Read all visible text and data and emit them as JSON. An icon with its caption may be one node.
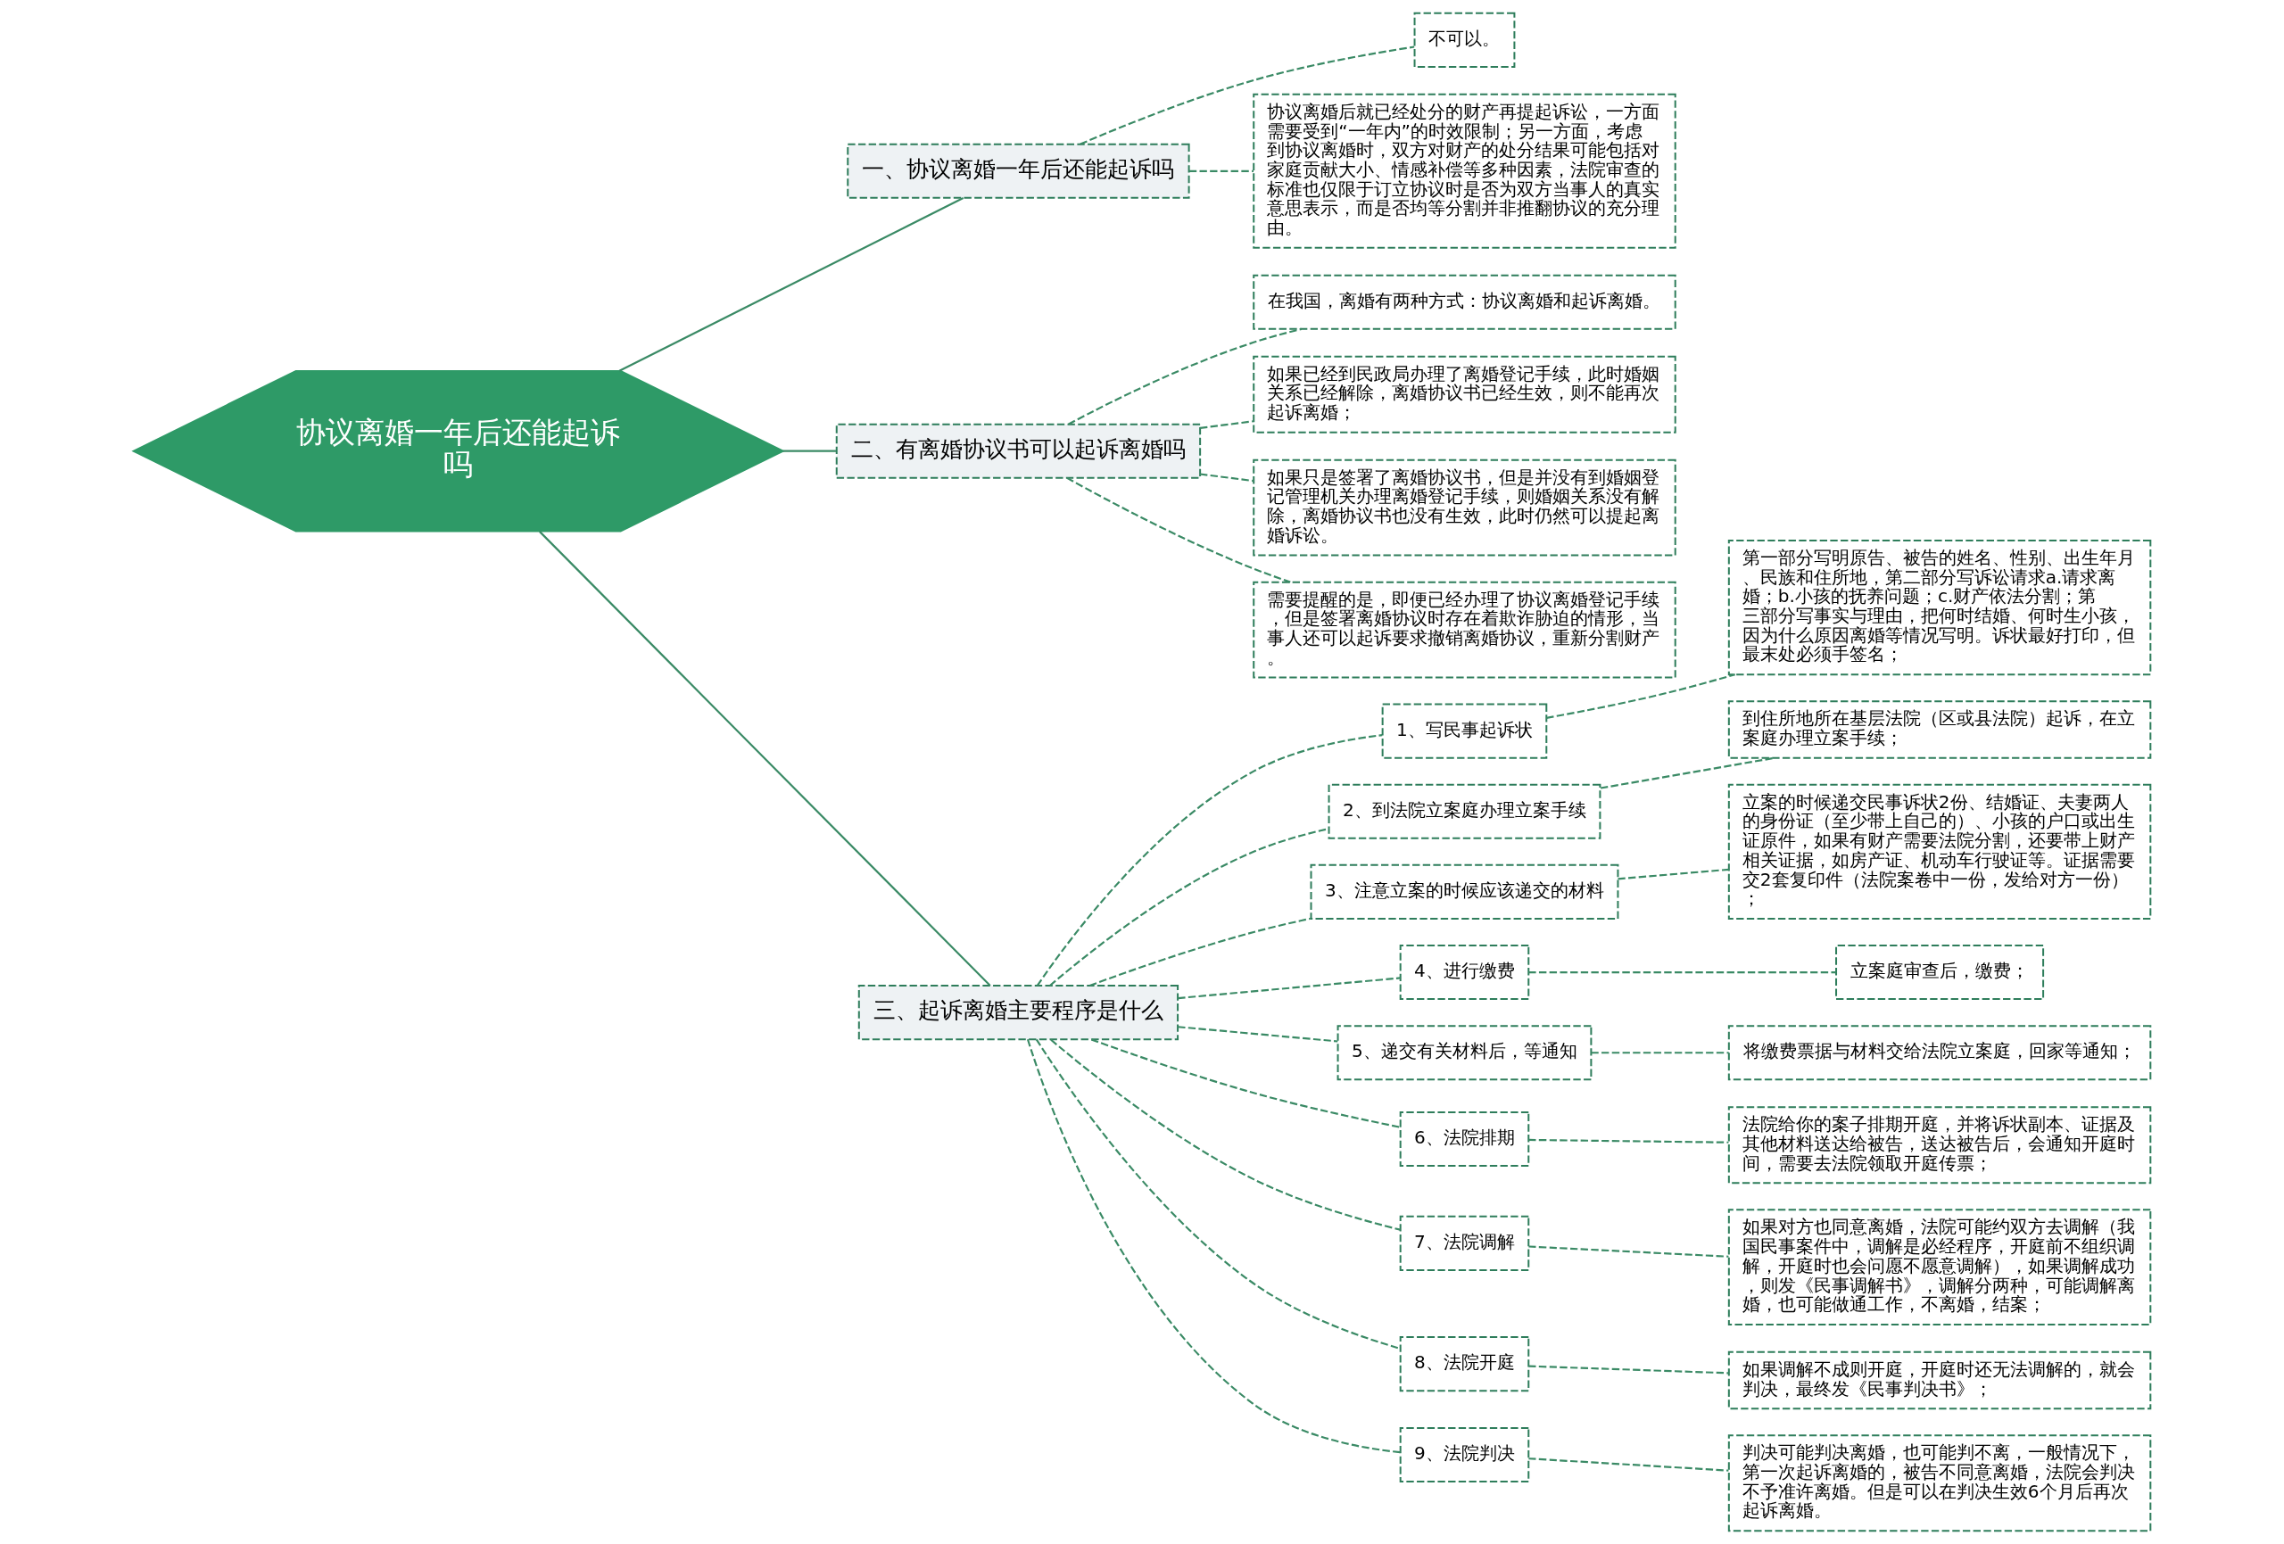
{
  "diagram": {
    "nodes": [
      {
        "text": [
          "协议离婚一年后还能起诉吗"
        ]
      },
      {
        "text": [
          "一、协议离婚一年后还能起诉吗"
        ]
      },
      {
        "text": [
          "不可以。"
        ]
      },
      {
        "text": [
          "协议离婚后就已经处分的财产再提起诉讼，一方面需要受到“一年内”的时效限制；另一方面，考虑到协议离婚时，双方对财产的处分结果可能包括对家庭贡献大小、情感补偿等多种因素，法院审查的标准也仅限于订立协议时是否为双方当事人的真实意思表示，而是否均等分割并非推翻协议的充分理由。"
        ]
      },
      {
        "text": [
          "二、有离婚协议书可以起诉离婚吗"
        ]
      },
      {
        "text": [
          "在我国，离婚有两种方式：协议离婚和起诉离婚。"
        ]
      },
      {
        "text": [
          "如果已经到民政局办理了离婚登记手续，此时婚姻关系已经解除，离婚协议书已经生效，则不能再次起诉离婚；"
        ]
      },
      {
        "text": [
          "如果只是签署了离婚协议书，但是并没有到婚姻登记管理机关办理离婚登记手续，则婚姻关系没有解除，离婚协议书也没有生效，此时仍然可以提起离婚诉讼。"
        ]
      },
      {
        "text": [
          "需要提醒的是，即便已经办理了协议离婚登记手续，但是签署离婚协议时存在着欺诈胁迫的情形，当事人还可以起诉要求撤销离婚协议，重新分割财产。"
        ]
      },
      {
        "text": [
          "三、起诉离婚主要程序是什么"
        ]
      },
      {
        "text": [
          "1、写民事起诉状"
        ]
      },
      {
        "text": [
          "第一部分写明原告、被告的姓名、性别、出生年月、民族和住所地，第二部分写诉讼请求a.请求离婚；b.小孩的抚养问题；c.财产依法分割；第三部分写事实与理由，把何时结婚、何时生小孩，因为什么原因离婚等情况写明。诉状最好打印，但最末处必须手签名；"
        ]
      },
      {
        "text": [
          "2、到法院立案庭办理立案手续"
        ]
      },
      {
        "text": [
          "到住所地所在基层法院（区或县法院）起诉，在立案庭办理立案手续；"
        ]
      },
      {
        "text": [
          "3、注意立案的时候应该递交的材料"
        ]
      },
      {
        "text": [
          "立案的时候递交民事诉状2份、结婚证、夫妻两人的身份证（至少带上自己的）、小孩的户口或出生证原件，如果有财产需要法院分割，还要带上财产相关证据，如房产证、机动车行驶证等。证据需要交2套复印件（法院案卷中一份，发给对方一份）；"
        ]
      },
      {
        "text": [
          "4、进行缴费"
        ]
      },
      {
        "text": [
          "立案庭审查后，缴费；"
        ]
      },
      {
        "text": [
          "5、递交有关材料后，等通知"
        ]
      },
      {
        "text": [
          "将缴费票据与材料交给法院立案庭，回家等通知；"
        ]
      },
      {
        "text": [
          "6、法院排期"
        ]
      },
      {
        "text": [
          "法院给你的案子排期开庭，并将诉状副本、证据及其他材料送达给被告，送达被告后，会通知开庭时间，需要去法院领取开庭传票；"
        ]
      },
      {
        "text": [
          "7、法院调解"
        ]
      },
      {
        "text": [
          "如果对方也同意离婚，法院可能约双方去调解（我国民事案件中，调解是必经程序，开庭前不组织调解，开庭时也会问愿不愿意调解），如果调解成功，则发《民事调解书》，调解分两种，可能调解离婚，也可能做通工作，不离婚，结案；"
        ]
      },
      {
        "text": [
          "8、法院开庭"
        ]
      },
      {
        "text": [
          "如果调解不成则开庭，开庭时还无法调解的，就会判决，最终发《民事判决书》；"
        ]
      },
      {
        "text": [
          "9、法院判决"
        ]
      },
      {
        "text": [
          "判决可能判决离婚，也可能判不离，一般情况下，第一次起诉离婚的，被告不同意离婚，法院会判决不予准许离婚。但是可以在判决生效6个月后再次起诉离婚。"
        ]
      }
    ],
    "edges": [
      {
        "from": 0,
        "to": 1,
        "arrow": "none"
      },
      {
        "from": 1,
        "to": 2,
        "arrow": "none",
        "style": "dashed"
      },
      {
        "from": 1,
        "to": 3,
        "arrow": "none",
        "style": "dashed"
      },
      {
        "from": 0,
        "to": 4,
        "arrow": "none"
      },
      {
        "from": 4,
        "to": 5,
        "arrow": "none",
        "style": "dashed"
      },
      {
        "from": 4,
        "to": 6,
        "arrow": "none",
        "style": "dashed"
      },
      {
        "from": 4,
        "to": 7,
        "arrow": "none",
        "style": "dashed"
      },
      {
        "from": 4,
        "to": 8,
        "arrow": "none",
        "style": "dashed"
      },
      {
        "from": 0,
        "to": 9,
        "arrow": "none"
      },
      {
        "from": 9,
        "to": 10,
        "arrow": "none",
        "style": "dashed"
      },
      {
        "from": 10,
        "to": 11,
        "arrow": "none",
        "style": "dashed"
      },
      {
        "from": 9,
        "to": 12,
        "arrow": "none",
        "style": "dashed"
      },
      {
        "from": 12,
        "to": 13,
        "arrow": "none",
        "style": "dashed"
      },
      {
        "from": 9,
        "to": 14,
        "arrow": "none",
        "style": "dashed"
      },
      {
        "from": 14,
        "to": 15,
        "arrow": "none",
        "style": "dashed"
      },
      {
        "from": 9,
        "to": 16,
        "arrow": "none",
        "style": "dashed"
      },
      {
        "from": 16,
        "to": 17,
        "arrow": "none",
        "style": "dashed"
      },
      {
        "from": 9,
        "to": 18,
        "arrow": "none",
        "style": "dashed"
      },
      {
        "from": 18,
        "to": 19,
        "arrow": "none",
        "style": "dashed"
      },
      {
        "from": 9,
        "to": 20,
        "arrow": "none",
        "style": "dashed"
      },
      {
        "from": 20,
        "to": 21,
        "arrow": "none",
        "style": "dashed"
      },
      {
        "from": 9,
        "to": 22,
        "arrow": "none",
        "style": "dashed"
      },
      {
        "from": 22,
        "to": 23,
        "arrow": "none",
        "style": "dashed"
      },
      {
        "from": 9,
        "to": 24,
        "arrow": "none",
        "style": "dashed"
      },
      {
        "from": 24,
        "to": 25,
        "arrow": "none",
        "style": "dashed"
      },
      {
        "from": 9,
        "to": 26,
        "arrow": "none",
        "style": "dashed"
      },
      {
        "from": 26,
        "to": 27,
        "arrow": "none",
        "style": "dashed"
      }
    ]
  }
}
